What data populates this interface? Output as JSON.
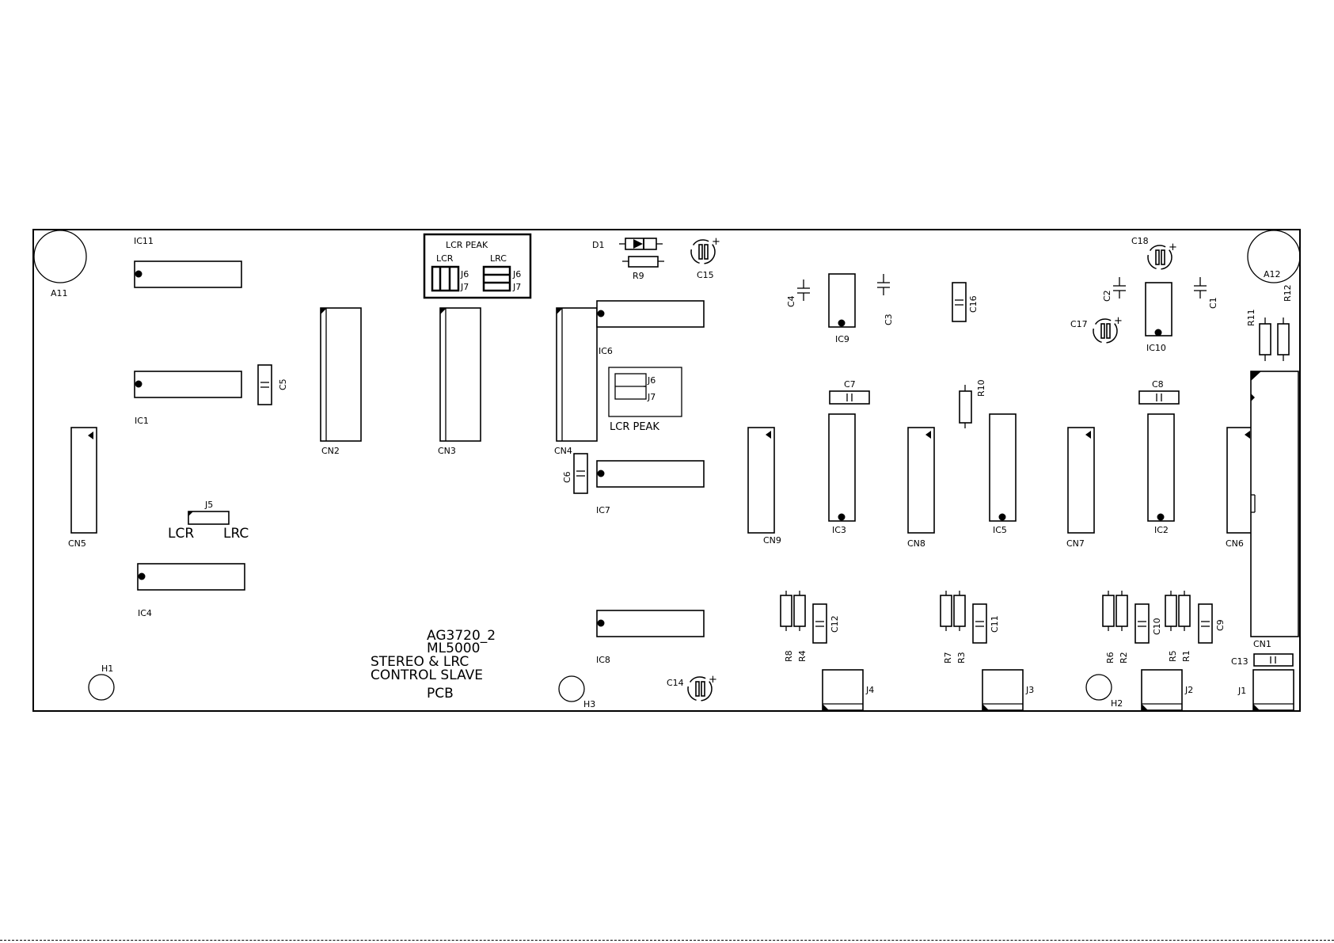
{
  "colors": {
    "ink": "#000000",
    "background": "#ffffff"
  },
  "board": {
    "title_lines": [
      "AG3720_2",
      "ML5000",
      "STEREO & LRC",
      "CONTROL SLAVE",
      "PCB"
    ]
  },
  "jumper_box": {
    "title": "LCR PEAK",
    "left_label": "LCR",
    "right_label": "LRC",
    "j6": "J6",
    "j7": "J7"
  },
  "jumper_small": {
    "j6": "J6",
    "j7": "J7",
    "caption": "LCR PEAK"
  },
  "j5": {
    "ref": "J5",
    "left": "LCR",
    "right": "LRC"
  },
  "mounting": {
    "A11": "A11",
    "A12": "A12",
    "H1": "H1",
    "H2": "H2",
    "H3": "H3"
  },
  "ic_labels": {
    "IC1": "IC1",
    "IC2": "IC2",
    "IC3": "IC3",
    "IC4": "IC4",
    "IC5": "IC5",
    "IC6": "IC6",
    "IC7": "IC7",
    "IC8": "IC8",
    "IC9": "IC9",
    "IC10": "IC10",
    "IC11": "IC11"
  },
  "cn_labels": {
    "CN1": "CN1",
    "CN2": "CN2",
    "CN3": "CN3",
    "CN4": "CN4",
    "CN5": "CN5",
    "CN6": "CN6",
    "CN7": "CN7",
    "CN8": "CN8",
    "CN9": "CN9"
  },
  "cap_labels": {
    "C1": "C1",
    "C2": "C2",
    "C3": "C3",
    "C4": "C4",
    "C5": "C5",
    "C6": "C6",
    "C7": "C7",
    "C8": "C8",
    "C9": "C9",
    "C10": "C10",
    "C11": "C11",
    "C12": "C12",
    "C13": "C13",
    "C14": "C14",
    "C15": "C15",
    "C16": "C16",
    "C17": "C17",
    "C18": "C18"
  },
  "res_labels": {
    "R1": "R1",
    "R2": "R2",
    "R3": "R3",
    "R4": "R4",
    "R5": "R5",
    "R6": "R6",
    "R7": "R7",
    "R8": "R8",
    "R9": "R9",
    "R10": "R10",
    "R11": "R11",
    "R12": "R12"
  },
  "diode_labels": {
    "D1": "D1"
  },
  "jack_labels": {
    "J1": "J1",
    "J2": "J2",
    "J3": "J3",
    "J4": "J4"
  }
}
